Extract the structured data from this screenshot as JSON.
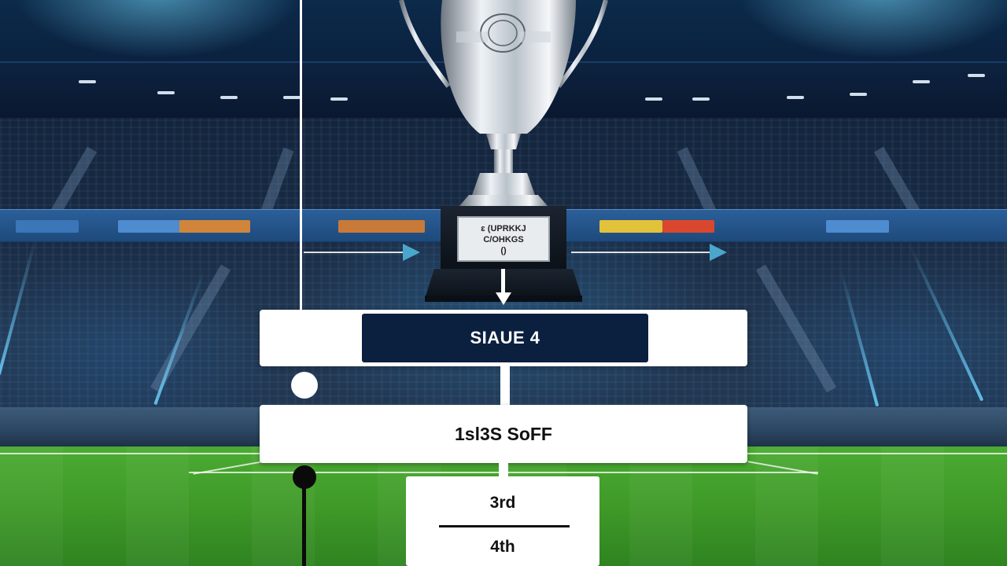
{
  "bracket": {
    "stage_label": "SIAUE 4",
    "playoff_label": "1sl3S SoFF",
    "places": [
      "3rd",
      "4th"
    ]
  },
  "trophy": {
    "plaque_text": [
      "ɛ (UPRKKJ",
      "C/OHKGS",
      "()"
    ]
  },
  "colors": {
    "stage_bg": "#0b1f3f",
    "card_bg": "#ffffff",
    "pitch": "#3f9a28",
    "accent": "#3aa6d6"
  },
  "icons": {
    "trophy": "trophy-icon",
    "arrow_down": "arrow-down-icon",
    "arrow_right": "arrow-right-icon"
  }
}
